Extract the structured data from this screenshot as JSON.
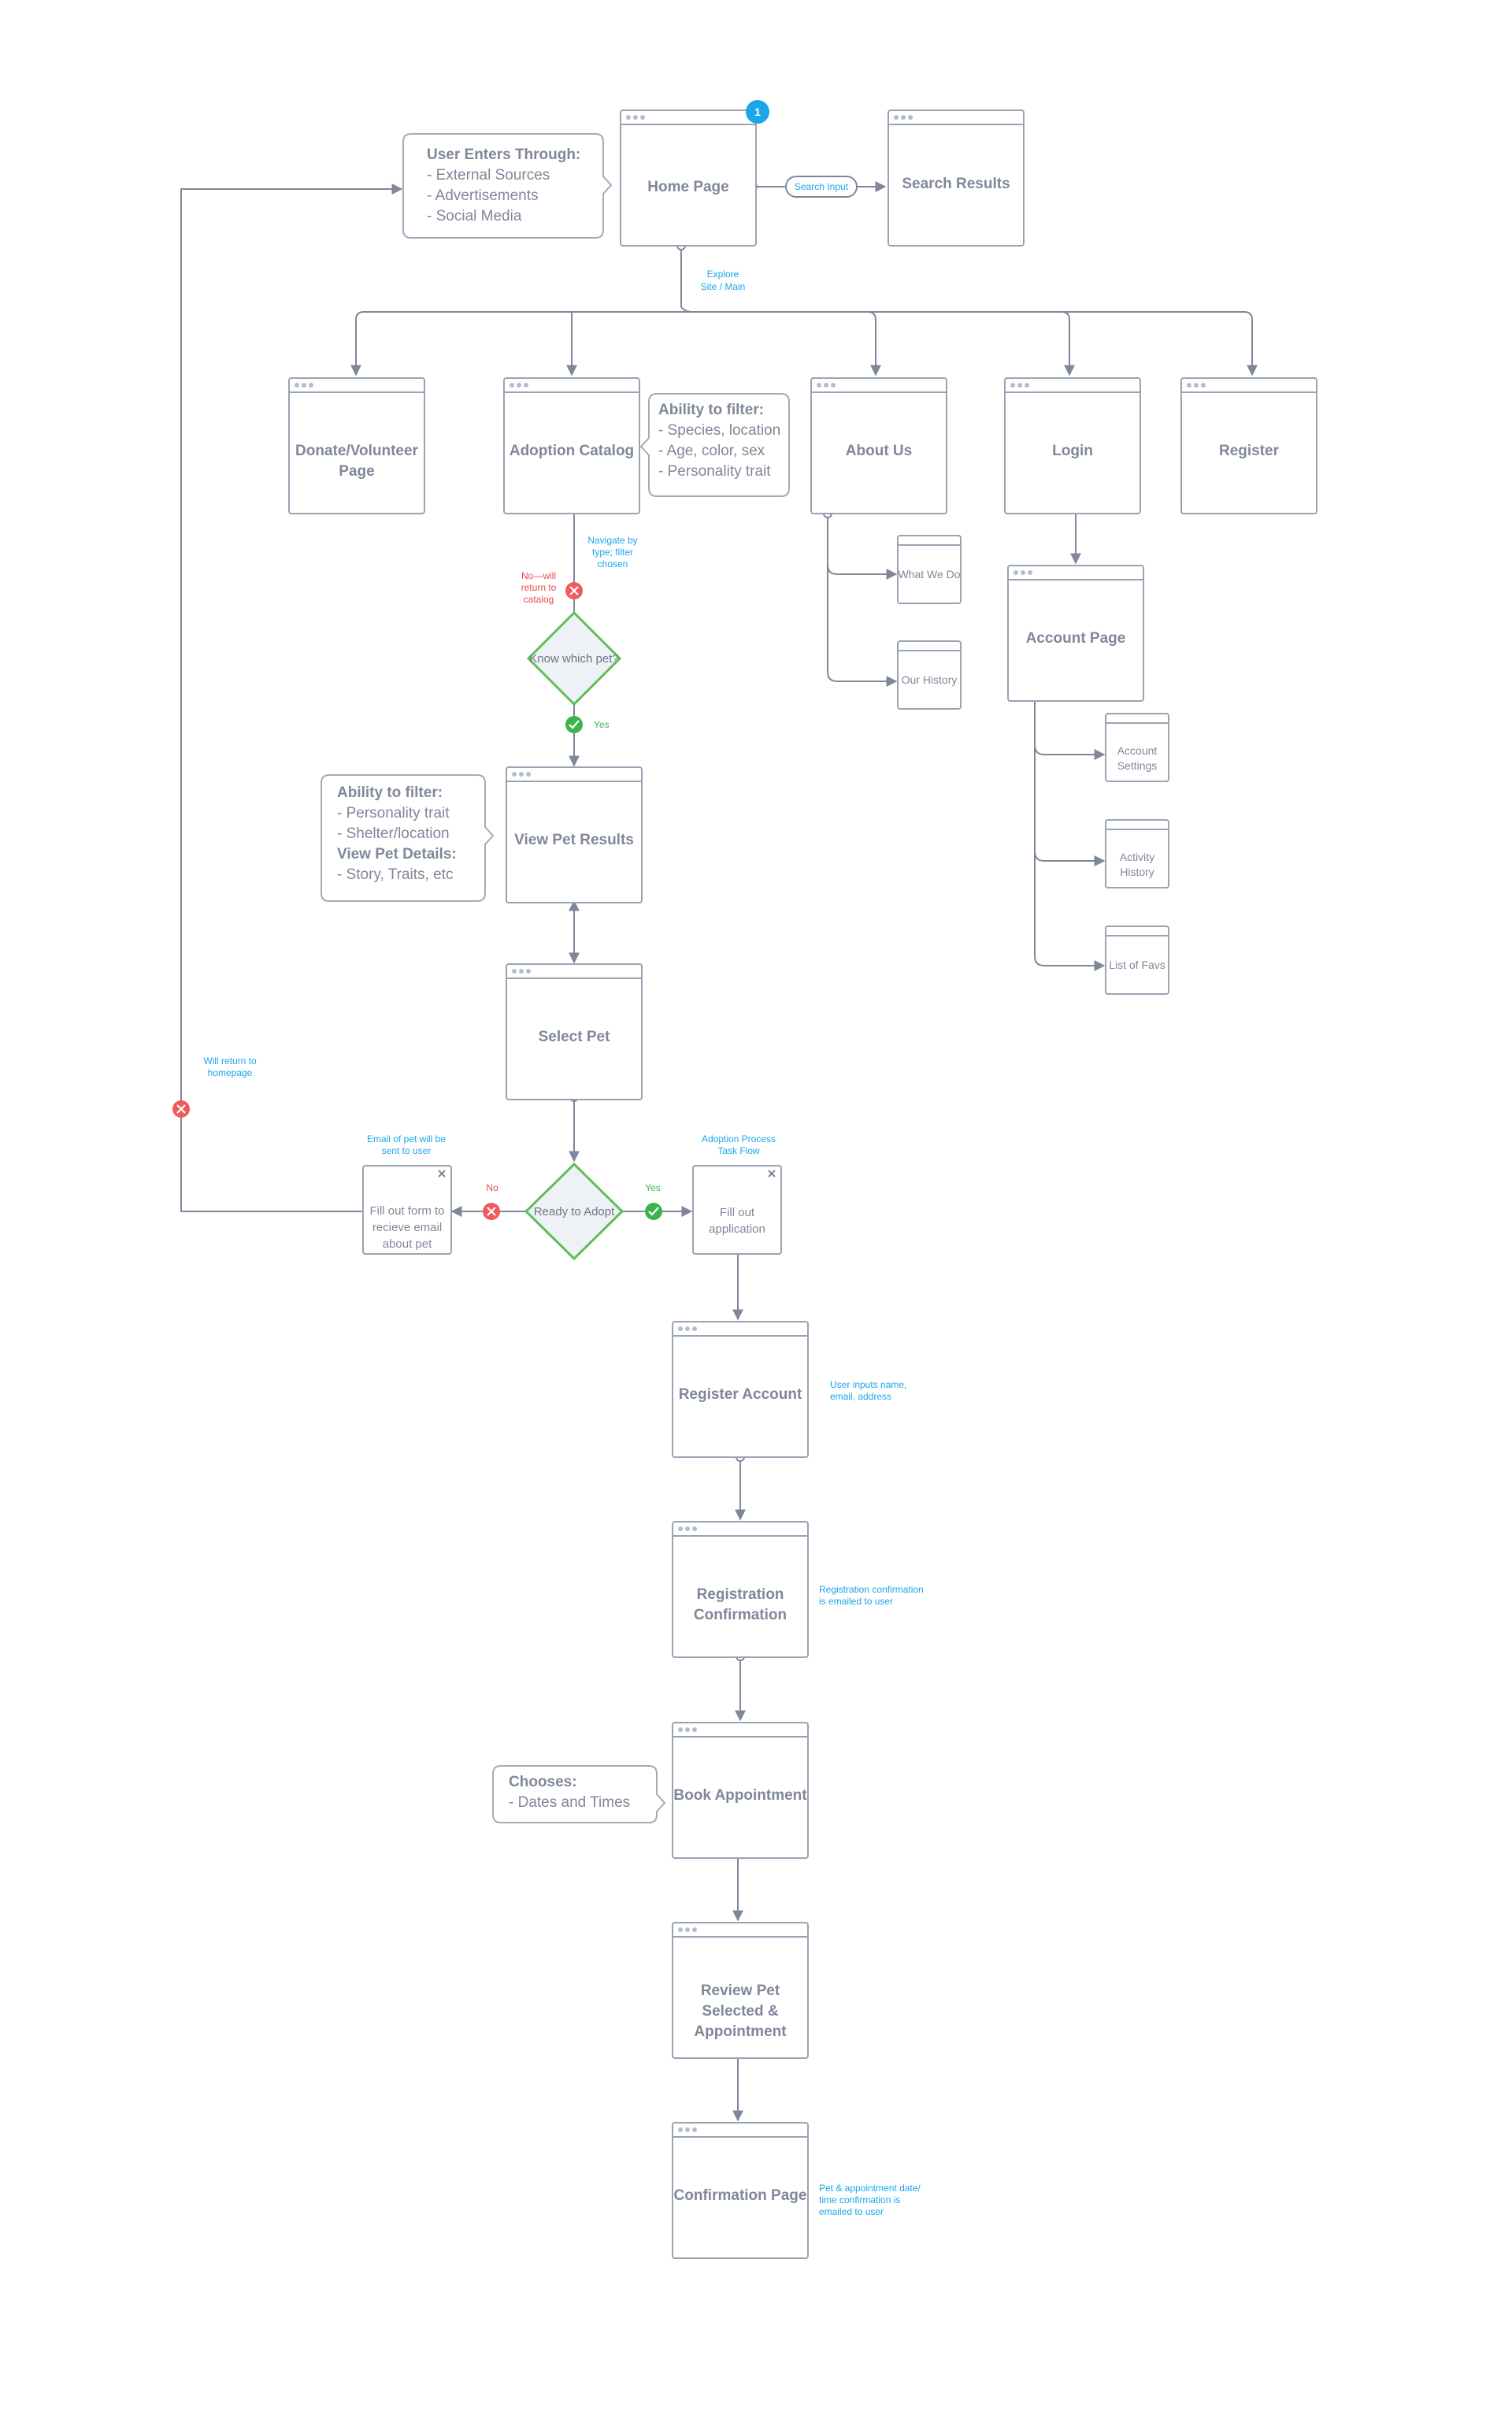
{
  "badge": "1",
  "nodes": {
    "home": "Home Page",
    "search_results": "Search Results",
    "donate": [
      "Donate/Volunteer",
      "Page"
    ],
    "adoption_catalog": "Adoption Catalog",
    "about_us": "About Us",
    "login": "Login",
    "register": "Register",
    "what_we_do": "What We Do",
    "our_history": "Our History",
    "account_page": "Account Page",
    "account_settings": [
      "Account",
      "Settings"
    ],
    "activity_history": [
      "Activity",
      "History"
    ],
    "list_of_favs": "List of Favs",
    "view_pet_results": "View Pet Results",
    "select_pet": "Select Pet",
    "fill_form": [
      "Fill out form to",
      "recieve email",
      "about pet"
    ],
    "fill_application": [
      "Fill out",
      "application"
    ],
    "register_account": "Register Account",
    "registration_confirmation": [
      "Registration",
      "Confirmation"
    ],
    "book_appointment": "Book Appointment",
    "review_pet": [
      "Review Pet",
      "Selected &",
      "Appointment"
    ],
    "confirmation_page": "Confirmation Page"
  },
  "decisions": {
    "know_which_pet": "Know which pet?",
    "ready_to_adopt": "Ready to Adopt"
  },
  "notes": {
    "user_enters": {
      "title": "User Enters Through:",
      "lines": [
        "- External Sources",
        "- Advertisements",
        "- Social Media"
      ]
    },
    "catalog_filter": {
      "title": "Ability to filter:",
      "lines": [
        "- Species, location",
        "- Age, color, sex",
        "- Personality trait"
      ]
    },
    "pet_results_filter": {
      "title": "Ability to filter:",
      "lines": [
        "- Personality trait",
        "- Shelter/location"
      ],
      "title2": "View Pet Details:",
      "lines2": [
        "- Story, Traits, etc"
      ]
    },
    "chooses": {
      "title": "Chooses:",
      "lines": [
        "- Dates and Times"
      ]
    }
  },
  "labels": {
    "search_input": "Search Input",
    "explore": [
      "Explore",
      "Site / Main"
    ],
    "navigate": [
      "Navigate by",
      "type; filter",
      "chosen"
    ],
    "no_will_return": [
      "No—will",
      "return to",
      "catalog"
    ],
    "yes1": "Yes",
    "will_return_home": [
      "Will return to",
      "homepage"
    ],
    "email_of_pet": [
      "Email of pet will be",
      "sent to user"
    ],
    "no2": "No",
    "yes2": "Yes",
    "adoption_process": [
      "Adoption Process",
      "Task Flow"
    ],
    "user_inputs": [
      "User inputs name,",
      "email, address"
    ],
    "registration_emailed": [
      "Registration confirmation",
      "is emailed to user"
    ],
    "pet_appt_emailed": [
      "Pet & appointment date/",
      "time confirmation is",
      "emailed to user"
    ]
  },
  "colors": {
    "accent_blue": "#1ba6e8",
    "error_red": "#ef5a5a",
    "success_green": "#3bb54a",
    "box_stroke": "#9aa3b4",
    "text_gray": "#7f8799"
  }
}
